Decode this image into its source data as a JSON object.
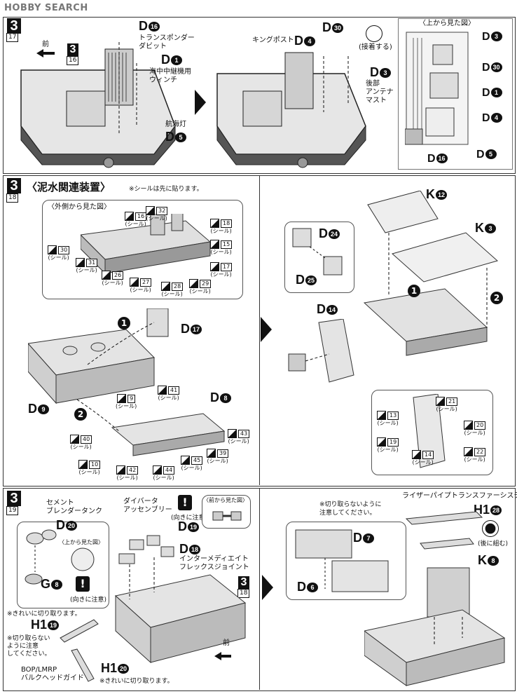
{
  "watermark": "HOBBY SEARCH",
  "panel1": {
    "step": "3",
    "substep": "17",
    "mae": "前",
    "ref_step": "3",
    "ref_sub": "16",
    "callouts": [
      {
        "part": "D",
        "num": "16",
        "text": "トランスポンダー\nダビット"
      },
      {
        "part": "D",
        "num": "1",
        "text": "海中中継機用\nウィンチ"
      },
      {
        "part": "D",
        "num": "5",
        "text": "航海灯"
      }
    ],
    "callouts2": [
      {
        "part": "D",
        "num": "30",
        "text": ""
      },
      {
        "part": "D",
        "num": "4",
        "text": "キングポスト"
      },
      {
        "part": "D",
        "num": "3",
        "text": "後部\nアンテナ\nマスト"
      }
    ],
    "glue_note": "(接着する)",
    "top_view": {
      "title": "〈上から見た図〉",
      "labels": [
        {
          "part": "D",
          "num": "3"
        },
        {
          "part": "D",
          "num": "30"
        },
        {
          "part": "D",
          "num": "1"
        },
        {
          "part": "D",
          "num": "4"
        },
        {
          "part": "D",
          "num": "5"
        },
        {
          "part": "D",
          "num": "16"
        }
      ]
    }
  },
  "panel2": {
    "step": "3",
    "substep": "18",
    "title": "〈泥水関連装置〉",
    "note": "※シールは先に貼ります。",
    "outer_view_title": "〈外側から見た図〉",
    "seal_word": "(シール)",
    "outer_decals": [
      "16",
      "32",
      "18",
      "15",
      "17",
      "29",
      "28",
      "27",
      "26",
      "31",
      "30"
    ],
    "lower_decals": [
      "41",
      "9",
      "43",
      "39",
      "45",
      "44",
      "42",
      "10",
      "40"
    ],
    "inset_decals": [
      "13",
      "19",
      "14",
      "21",
      "20",
      "22"
    ],
    "parts": [
      {
        "part": "D",
        "num": "17"
      },
      {
        "part": "D",
        "num": "9"
      },
      {
        "part": "D",
        "num": "8"
      },
      {
        "part": "K",
        "num": "12"
      },
      {
        "part": "K",
        "num": "3"
      },
      {
        "part": "D",
        "num": "24"
      },
      {
        "part": "D",
        "num": "25"
      },
      {
        "part": "D",
        "num": "14"
      }
    ],
    "seq": [
      "1",
      "2"
    ]
  },
  "panel3": {
    "step": "3",
    "substep": "19",
    "cement_tank": "セメント\nブレンダータンク",
    "diverter": "ダイバータ\nアッセンブリー",
    "front_view": "〈前から見た図〉",
    "orient_note": "(向きに注意)",
    "top_view_small": "〈上から見た図〉",
    "intermediate": "インターメディエイト\nフレックスジョイント",
    "clean_cut": "※きれいに切り取ります。",
    "dont_cut": "※切り取らない\nように注意\nしてください。",
    "bop": "BOP/LMRP\nバルクヘッドガイド",
    "clean_cut2": "※きれいに切り取ります。",
    "mae": "前",
    "ref_step": "3",
    "ref_sub": "18",
    "riser_title": "ライザーパイプトランスファーシステム",
    "riser_note": "※切り取らないように\n注意してください。",
    "later": "(後に組む)",
    "parts": [
      {
        "part": "D",
        "num": "20"
      },
      {
        "part": "G",
        "num": "8"
      },
      {
        "part": "D",
        "num": "19"
      },
      {
        "part": "D",
        "num": "18"
      },
      {
        "part": "H1",
        "num": "19"
      },
      {
        "part": "H1",
        "num": "20"
      },
      {
        "part": "D",
        "num": "7"
      },
      {
        "part": "D",
        "num": "6"
      },
      {
        "part": "H1",
        "num": "28"
      },
      {
        "part": "K",
        "num": "8"
      }
    ]
  }
}
